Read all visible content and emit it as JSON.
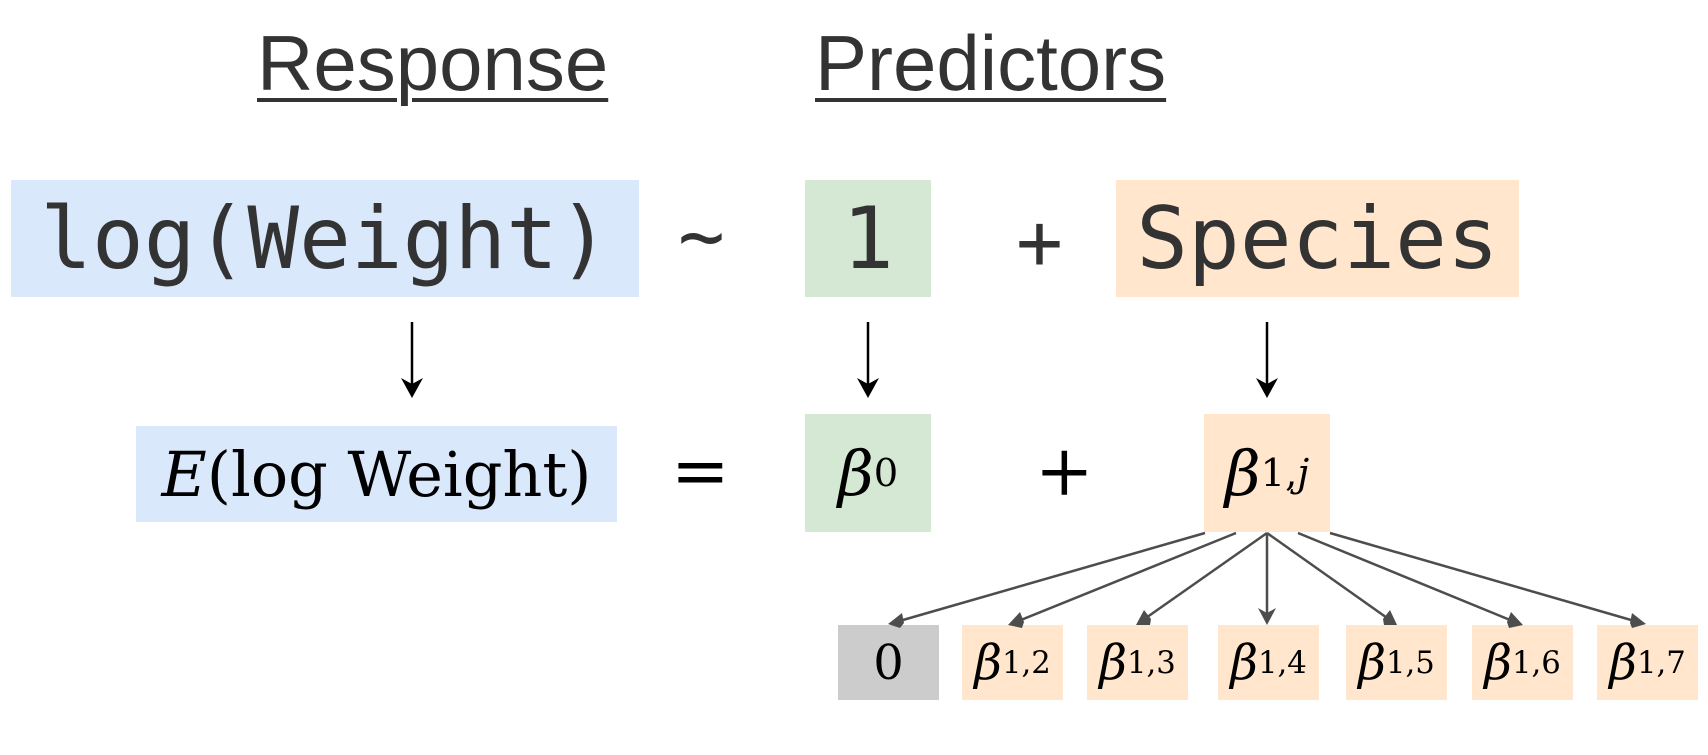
{
  "headings": {
    "response": "Response",
    "predictors": "Predictors"
  },
  "formula": {
    "response_term": "log(Weight)",
    "tilde": "~",
    "intercept_term": "1",
    "plus": "+",
    "predictor_term": "Species"
  },
  "equation": {
    "expectation_symbol": "E",
    "expectation_arg": "(log Weight)",
    "equals": "=",
    "intercept_coef": {
      "symbol": "β",
      "subscript": "0"
    },
    "plus": "+",
    "species_coef": {
      "symbol": "β",
      "subscript_index": "1,",
      "subscript_var": "j"
    }
  },
  "levels": [
    {
      "value": "0",
      "symbol": "",
      "subscript": "",
      "baseline": true
    },
    {
      "value": "",
      "symbol": "β",
      "subscript": "1,2",
      "baseline": false
    },
    {
      "value": "",
      "symbol": "β",
      "subscript": "1,3",
      "baseline": false
    },
    {
      "value": "",
      "symbol": "β",
      "subscript": "1,4",
      "baseline": false
    },
    {
      "value": "",
      "symbol": "β",
      "subscript": "1,5",
      "baseline": false
    },
    {
      "value": "",
      "symbol": "β",
      "subscript": "1,6",
      "baseline": false
    },
    {
      "value": "",
      "symbol": "β",
      "subscript": "1,7",
      "baseline": false
    }
  ],
  "colors": {
    "response": "#dae8fc",
    "intercept": "#d5e8d4",
    "predictor": "#ffe6cc",
    "baseline": "#cccccc",
    "text": "#333333",
    "arrow": "#4d4d4d"
  }
}
